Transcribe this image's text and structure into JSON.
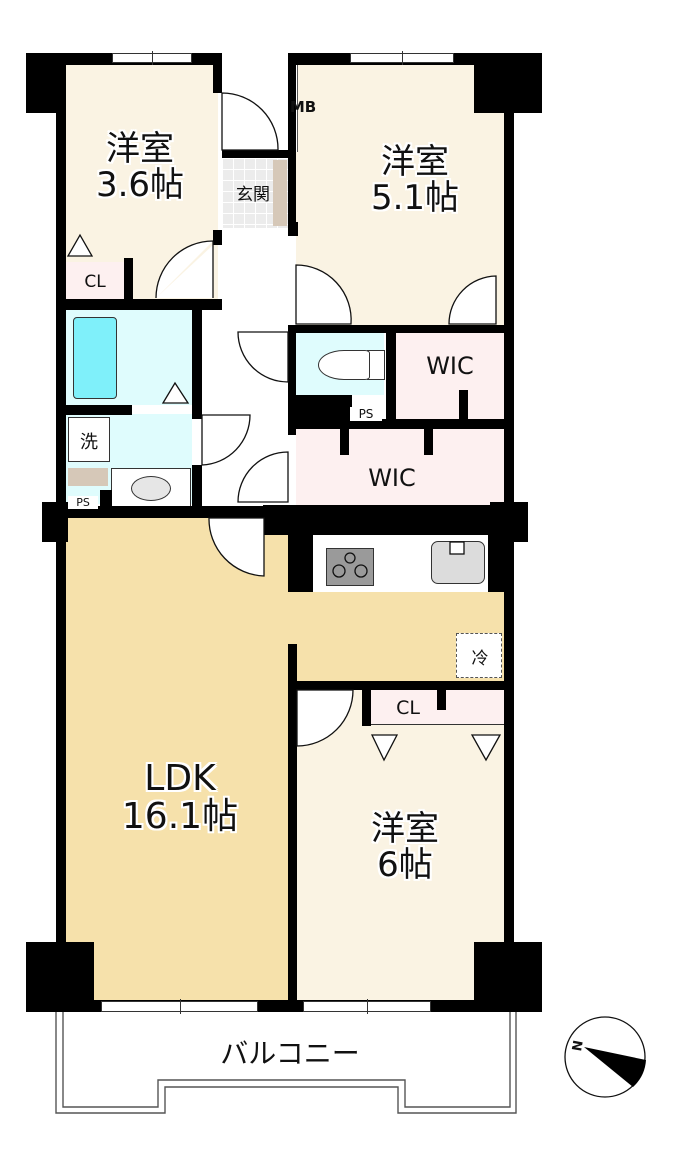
{
  "floorplan": {
    "colors": {
      "wall": "#000000",
      "western_room": "#faf3e3",
      "ldk": "#f6e1ab",
      "wet_area": "#dffcfd",
      "closet": "#fdf0f0",
      "entrance_tile": "#ececec",
      "shoe_box": "#d6c8b8",
      "bathtub": "#7ff0fa",
      "stove": "#9a9a9a",
      "sink": "#dcdcdc"
    },
    "rooms": {
      "western_1": {
        "name": "洋室",
        "size": "3.6帖"
      },
      "western_2": {
        "name": "洋室",
        "size": "5.1帖"
      },
      "western_3": {
        "name": "洋室",
        "size": "6帖"
      },
      "ldk": {
        "name": "LDK",
        "size": "16.1帖"
      }
    },
    "labels": {
      "entrance": "玄関",
      "meter_box": "MB",
      "closet_1": "CL",
      "closet_2": "CL",
      "wic_1": "WIC",
      "wic_2": "WIC",
      "washer": "洗",
      "ps_1": "PS",
      "ps_2": "PS",
      "fridge": "冷",
      "balcony": "バルコニー"
    },
    "compass": {
      "north_label": "N"
    }
  }
}
